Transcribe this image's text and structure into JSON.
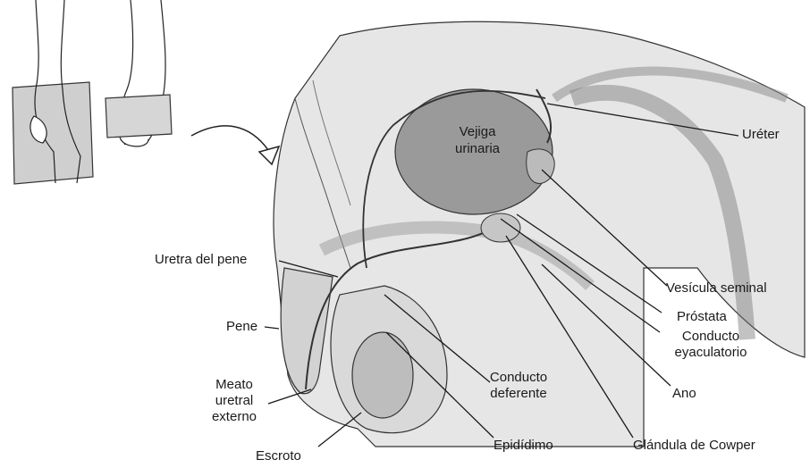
{
  "figure": {
    "colors": {
      "line": "#222222",
      "tissue": "#d9d9d9",
      "dark": "#8c8c8c",
      "bladder": "#9a9a9a"
    },
    "labels": {
      "vejiga": "Vejiga urinaria",
      "ureter": "Uréter",
      "uretra_pene": "Uretra del pene",
      "vesicula_seminal": "Vesícula seminal",
      "prostata": "Próstata",
      "conducto_eyaculatorio": "Conducto eyaculatorio",
      "pene": "Pene",
      "conducto_deferente": "Conducto deferente",
      "ano": "Ano",
      "meato": "Meato uretral externo",
      "epididimo": "Epidídimo",
      "glandula_cowper": "Glándula de Cowper",
      "escroto": "Escroto"
    }
  }
}
